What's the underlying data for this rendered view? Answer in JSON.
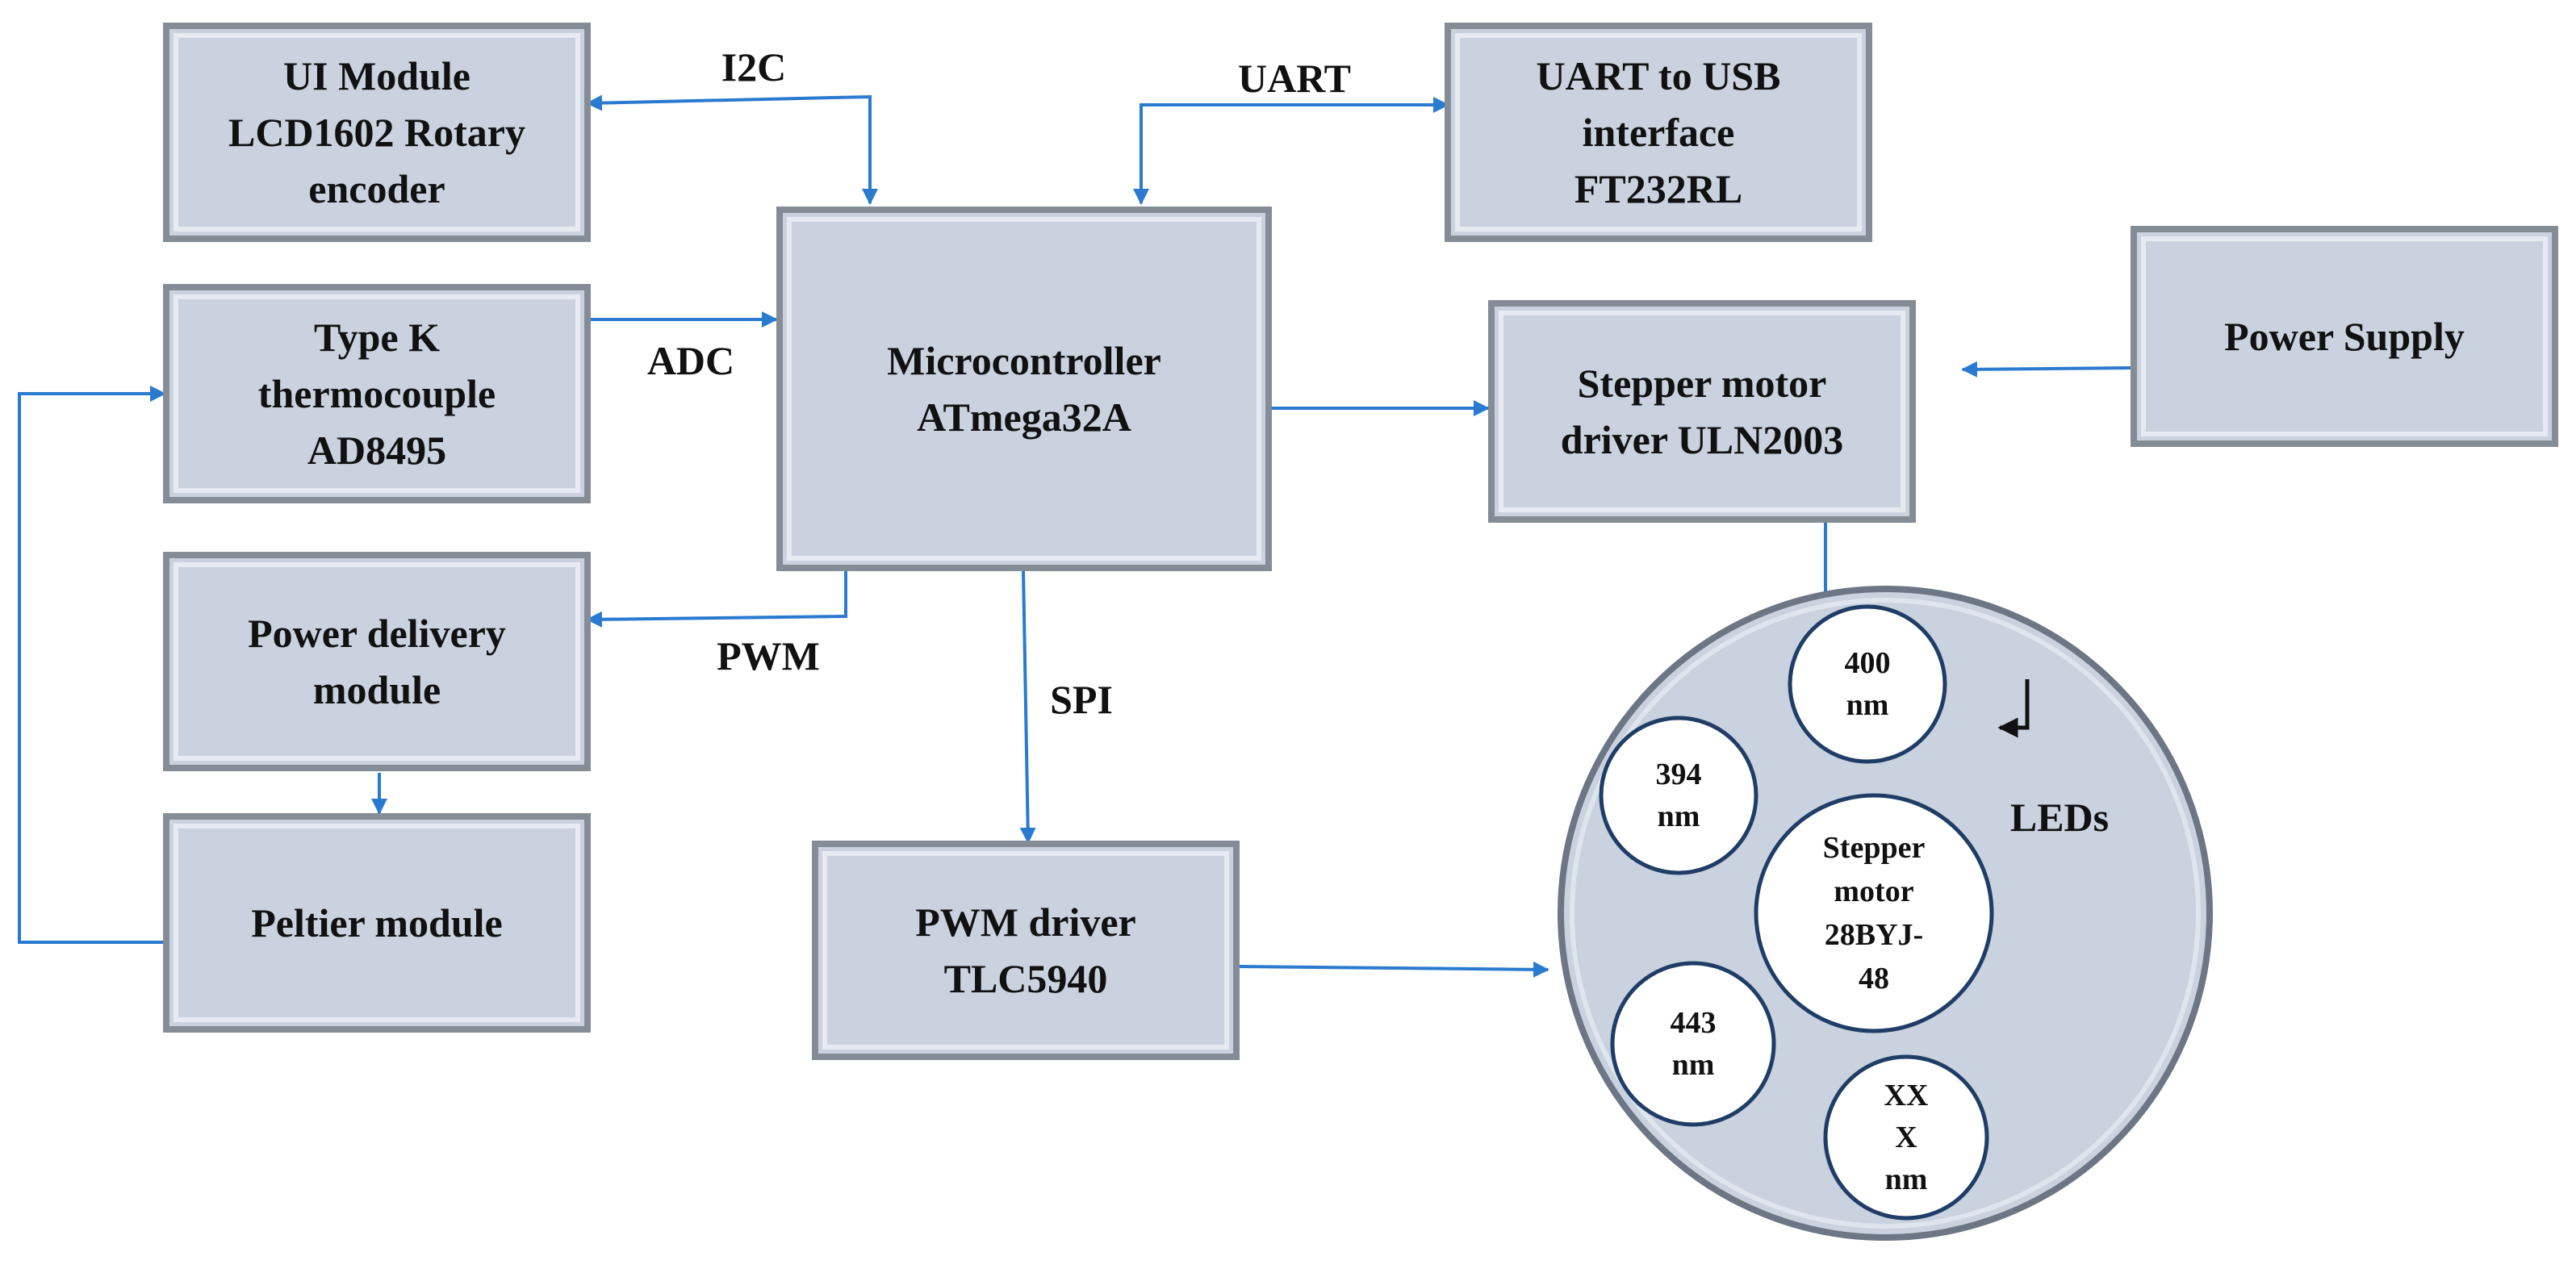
{
  "colors": {
    "box_fill": "#c9d2de",
    "box_border": "#848c96",
    "wire": "#2a7ad0",
    "wheel_fill": "#c9d2de",
    "wheel_border": "#6d7684",
    "led_border": "#1f3d66",
    "text": "#111111"
  },
  "boxes": {
    "ui_module": [
      "UI Module",
      "LCD1602 Rotary",
      "encoder"
    ],
    "thermocouple": [
      "Type K",
      "thermocouple",
      "AD8495"
    ],
    "power_delivery": [
      "Power delivery",
      "module"
    ],
    "peltier": [
      "Peltier module"
    ],
    "microcontroller": [
      "Microcontroller",
      "ATmega32A"
    ],
    "uart_usb": [
      "UART to USB",
      "interface",
      "FT232RL"
    ],
    "stepper_driver": [
      "Stepper motor",
      "driver ULN2003"
    ],
    "power_supply": [
      "Power Supply"
    ],
    "pwm_driver": [
      "PWM driver",
      "TLC5940"
    ]
  },
  "labels": {
    "i2c": "I2C",
    "uart": "UART",
    "adc": "ADC",
    "pwm": "PWM",
    "spi": "SPI"
  },
  "wheel": {
    "leds_label": "LEDs",
    "rotation_icon": "rotation-arrow-icon",
    "center": [
      "Stepper",
      "motor",
      "28BYJ-",
      "48"
    ],
    "leds": {
      "led_400": [
        "400",
        "nm"
      ],
      "led_394": [
        "394",
        "nm"
      ],
      "led_443": [
        "443",
        "nm"
      ],
      "led_xxx": [
        "XX",
        "X",
        "nm"
      ]
    }
  }
}
